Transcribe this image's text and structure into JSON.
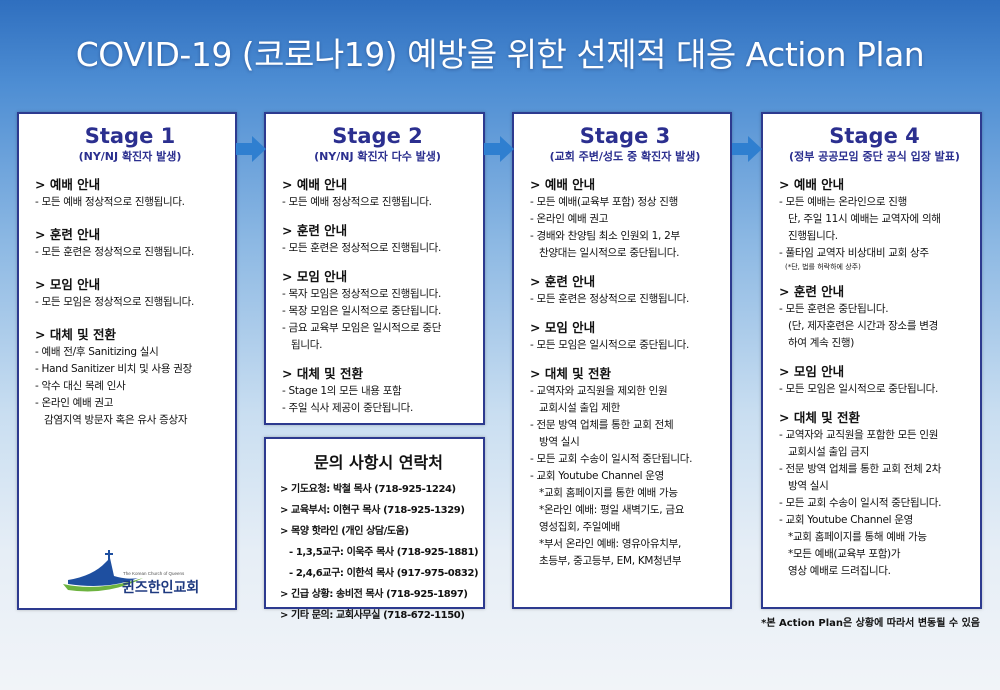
{
  "title": "COVID-19 (코로나19) 예방을 위한 선제적 대응 Action Plan",
  "stages": [
    {
      "title": "Stage 1",
      "subtitle": "(NY/NJ 확진자 발생)",
      "sections": [
        {
          "heading": "> 예배 안내",
          "lines": [
            "- 모든 예배 정상적으로 진행됩니다."
          ]
        },
        {
          "heading": "> 훈련 안내",
          "lines": [
            "- 모든 훈련은 정상적으로 진행됩니다."
          ]
        },
        {
          "heading": "> 모임 안내",
          "lines": [
            "- 모든 모임은 정상적으로 진행됩니다."
          ]
        },
        {
          "heading": "> 대체 및 전환",
          "lines": [
            "- 예배 전/후 Sanitizing 실시",
            "- Hand Sanitizer 비치 및 사용 권장",
            "- 악수 대신 목례 인사",
            "- 온라인 예배 권고",
            "감염지역 방문자 혹은 유사 증상자"
          ]
        }
      ]
    },
    {
      "title": "Stage 2",
      "subtitle": "(NY/NJ 확진자 다수 발생)",
      "sections": [
        {
          "heading": "> 예배 안내",
          "lines": [
            "- 모든 예배 정상적으로 진행됩니다."
          ]
        },
        {
          "heading": "> 훈련 안내",
          "lines": [
            "- 모든 훈련은 정상적으로 진행됩니다."
          ]
        },
        {
          "heading": "> 모임 안내",
          "lines": [
            "- 목자 모임은 정상적으로 진행됩니다.",
            "- 목장 모임은 일시적으로 중단됩니다.",
            "- 금요 교육부 모임은 일시적으로 중단",
            "됩니다."
          ]
        },
        {
          "heading": "> 대체 및 전환",
          "lines": [
            "- Stage 1의 모든 내용 포함",
            "- 주일 식사 제공이 중단됩니다."
          ]
        }
      ]
    },
    {
      "title": "Stage 3",
      "subtitle": "(교회 주변/성도 중 확진자 발생)",
      "sections": [
        {
          "heading": "> 예배 안내",
          "lines": [
            "- 모든 예배(교육부 포함) 정상 진행",
            "- 온라인 예배 권고",
            "- 경배와 찬양팀 최소 인원외 1, 2부",
            "찬양대는 일시적으로 중단됩니다."
          ]
        },
        {
          "heading": "> 훈련 안내",
          "lines": [
            "- 모든 훈련은 정상적으로 진행됩니다."
          ]
        },
        {
          "heading": "> 모임 안내",
          "lines": [
            "- 모든 모임은 일시적으로 중단됩니다."
          ]
        },
        {
          "heading": "> 대체 및 전환",
          "lines": [
            "- 교역자와 교직원을 제외한 인원",
            "교회시설 출입 제한",
            "- 전문 방역 업체를 통한 교회 전체",
            "방역 실시",
            "- 모든 교회 수송이 일시적 중단됩니다.",
            "- 교회 Youtube Channel 운영",
            "*교회 홈페이지를 통한 예배 가능",
            "*온라인 예배: 평일 새벽기도, 금요",
            "영성집회, 주일예배",
            "*부서 온라인 예배: 영유아유치부,",
            "초등부, 중고등부, EM, KM청년부"
          ]
        }
      ]
    },
    {
      "title": "Stage 4",
      "subtitle": "(정부 공공모임 중단 공식 입장 발표)",
      "sections": [
        {
          "heading": "> 예배 안내",
          "lines": [
            "- 모든 예배는 온라인으로 진행",
            "단, 주일 11시 예배는 교역자에 의해",
            "진행됩니다.",
            "- 풀타임 교역자 비상대비 교회 상주"
          ],
          "note": "(*단, 법를 허락하에 상주)"
        },
        {
          "heading": "> 훈련 안내",
          "lines": [
            "- 모든 훈련은 중단됩니다.",
            "(단, 제자훈련은 시간과 장소를 변경",
            "하여 계속 진행)"
          ]
        },
        {
          "heading": "> 모임 안내",
          "lines": [
            "- 모든 모임은 일시적으로 중단됩니다."
          ]
        },
        {
          "heading": "> 대체 및 전환",
          "lines": [
            "- 교역자와 교직원을 포함한 모든 인원",
            "교회시설 출입 금지",
            "- 전문 방역 업체를 통한 교회 전체 2차",
            "방역 실시",
            "- 모든 교회 수송이 일시적 중단됩니다.",
            "- 교회 Youtube Channel 운영",
            "*교회 홈페이지를 통해 예배 가능",
            "*모든 예배(교육부 포함)가",
            "영상 예배로 드려집니다."
          ]
        }
      ]
    }
  ],
  "contact": {
    "title": "문의 사항시 연락처",
    "lines": [
      "> 기도요청: 박철 목사 (718-925-1224)",
      "> 교육부서: 이현구 목사 (718-925-1329)",
      "> 목양 핫라인 (개인 상담/도움)",
      "- 1,3,5교구: 이욱주 목사 (718-925-1881)",
      "- 2,4,6교구: 이한석 목사 (917-975-0832)",
      "> 긴급 상황: 송비전 목사 (718-925-1897)",
      "> 기타 문의: 교회사무실 (718-672-1150)"
    ]
  },
  "logo": {
    "name": "퀸즈한인교회",
    "english": "The Korean Church of Queens"
  },
  "footnote": "*본 Action Plan은 상황에 따라서 변동될 수 있음",
  "colors": {
    "accent": "#2b2f8f",
    "arrow": "#2f7fd0"
  }
}
